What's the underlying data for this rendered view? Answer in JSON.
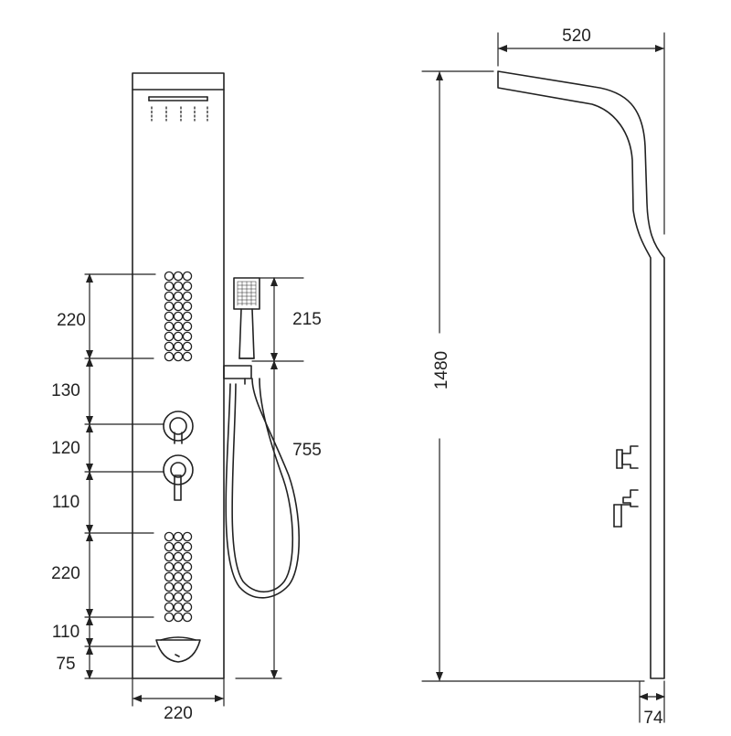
{
  "diagram": {
    "front_view": {
      "left_dimensions": [
        "220",
        "130",
        "120",
        "110",
        "220",
        "110",
        "75"
      ],
      "width_label": "220",
      "handshower_label": "215",
      "hose_label": "755"
    },
    "side_view": {
      "height_label": "1480",
      "projection_label": "520",
      "depth_label": "74"
    }
  },
  "colors": {
    "line": "#222222",
    "background": "#ffffff"
  }
}
